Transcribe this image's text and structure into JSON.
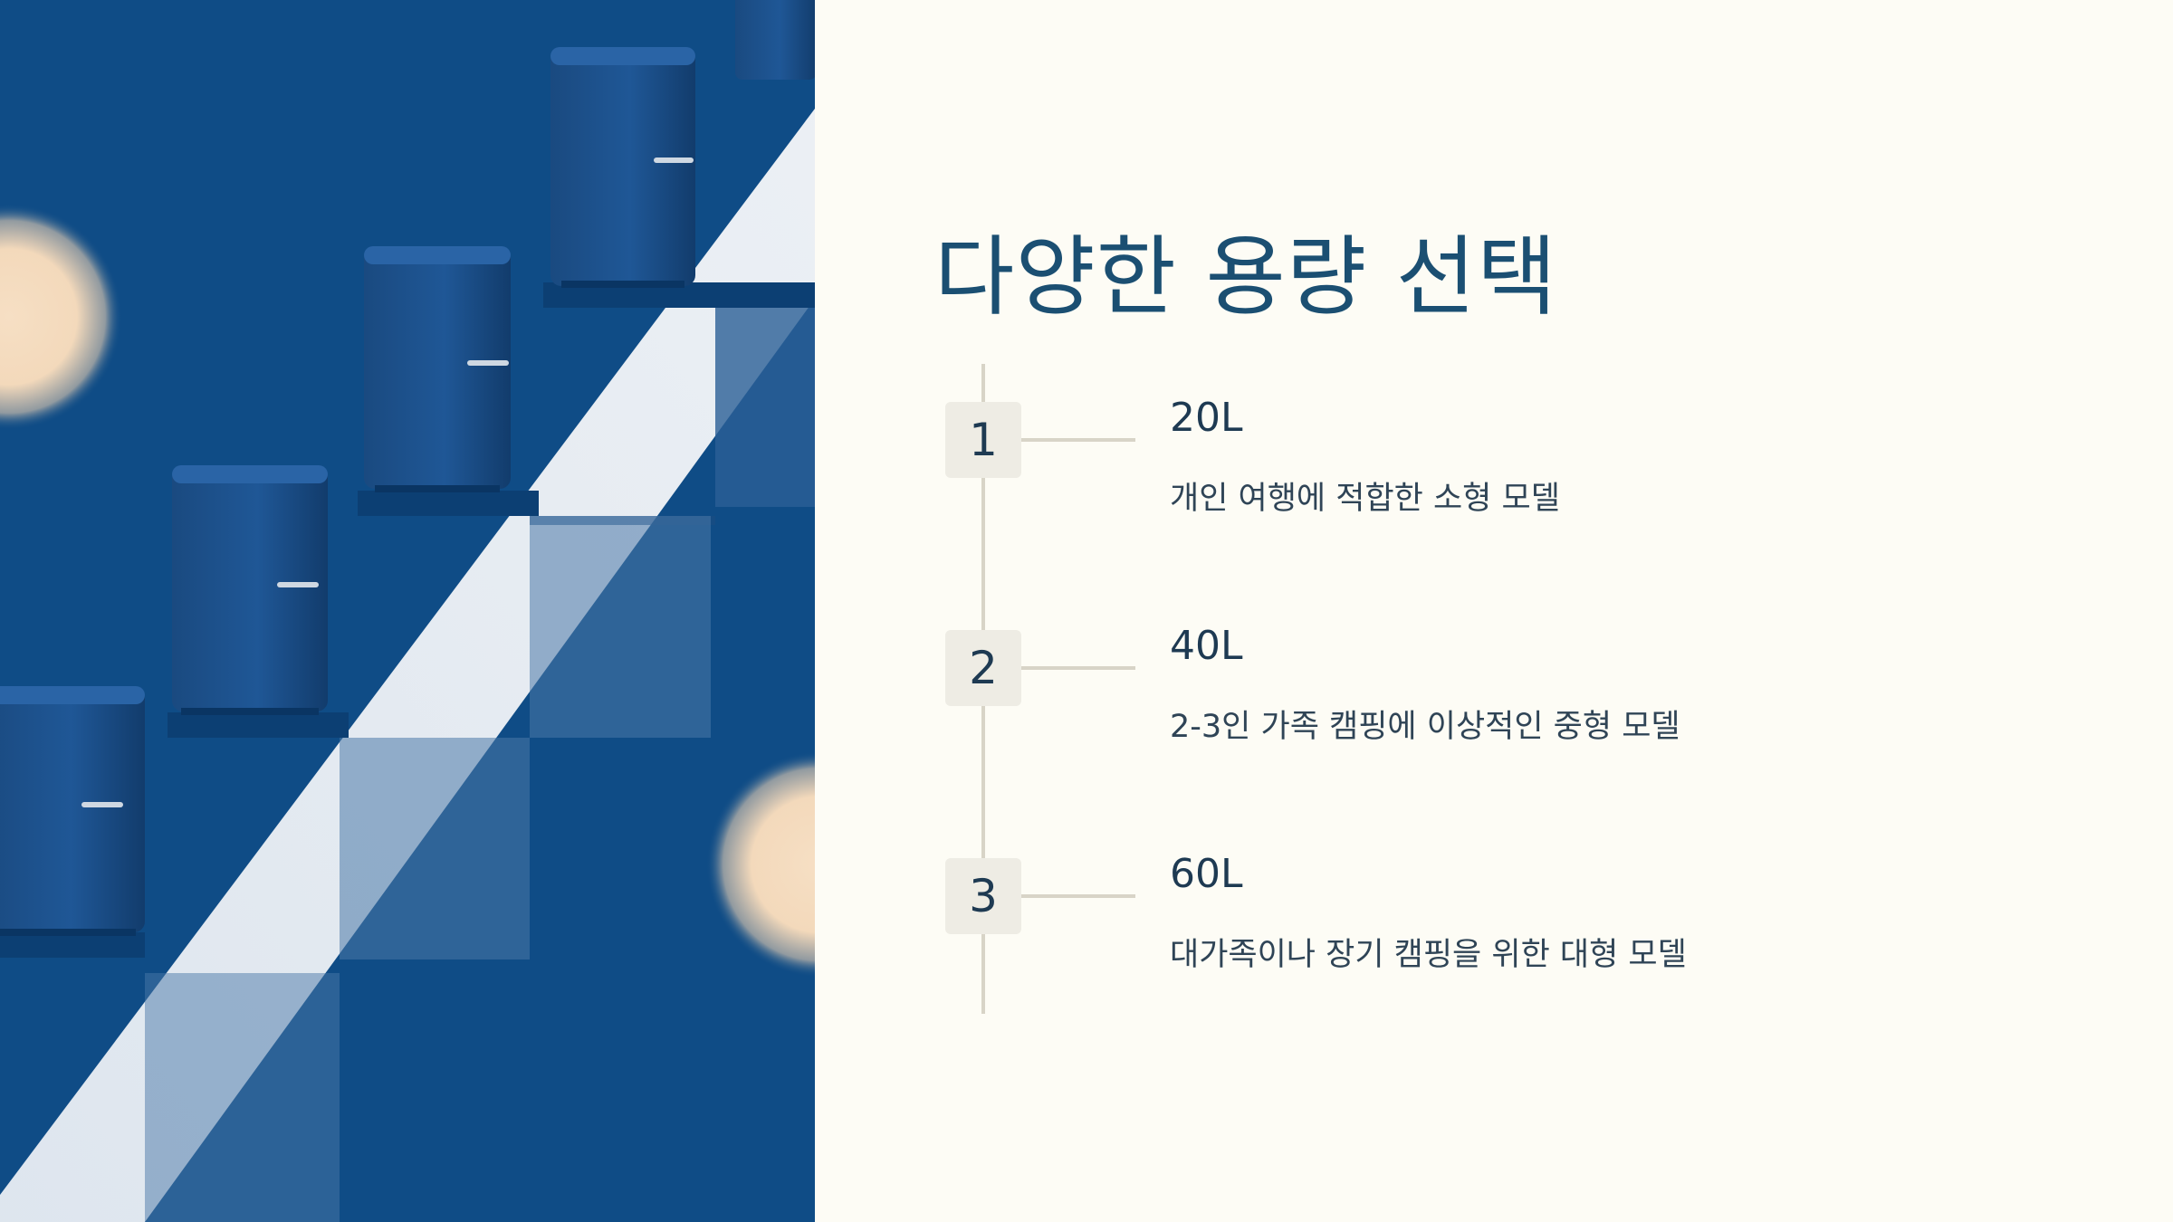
{
  "slide": {
    "title": "다양한 용량 선택",
    "steps": [
      {
        "number": "1",
        "title": "20L",
        "description": "개인 여행에 적합한 소형 모델"
      },
      {
        "number": "2",
        "title": "40L",
        "description": "2-3인 가족 캠핑에 이상적인 중형 모델"
      },
      {
        "number": "3",
        "title": "60L",
        "description": "대가족이나 장기 캠핑을 위한 대형 모델"
      }
    ]
  },
  "colors": {
    "background": "#fdfcf5",
    "title": "#1b4f72",
    "text": "#1e3a52",
    "badge": "#eeece4",
    "timeline": "#d8d4c7",
    "illustration_blue": "#0f4c86",
    "illustration_light": "#f4f6f8",
    "glow": "#f6dfc4"
  }
}
